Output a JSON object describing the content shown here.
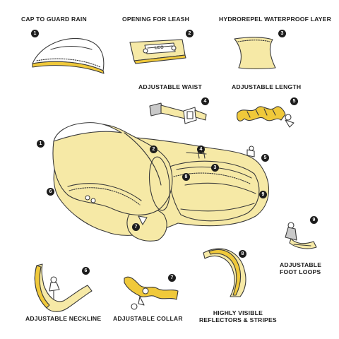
{
  "colors": {
    "fill": "#f6e9a6",
    "accent": "#f0c93a",
    "outline": "#3a3a3a",
    "badge": "#1d1d1d"
  },
  "features": [
    {
      "number": "1",
      "label": "CAP TO GUARD RAIN"
    },
    {
      "number": "2",
      "label": "OPENING FOR LEASH"
    },
    {
      "number": "3",
      "label": "HYDROREPEL WATERPROOF LAYER"
    },
    {
      "number": "4",
      "label": "ADJUSTABLE WAIST"
    },
    {
      "number": "5",
      "label": "ADJUSTABLE LENGTH"
    },
    {
      "number": "6",
      "label": "ADJUSTABLE NECKLINE"
    },
    {
      "number": "7",
      "label": "ADJUSTABLE COLLAR"
    },
    {
      "number": "8",
      "label": "HIGHLY VISIBLE",
      "label_line2": "REFLECTORS & STRIPES"
    },
    {
      "number": "9",
      "label": "ADJUSTABLE",
      "label_line2": "FOOT LOOPS"
    }
  ],
  "leash_tag_text": "LEO"
}
